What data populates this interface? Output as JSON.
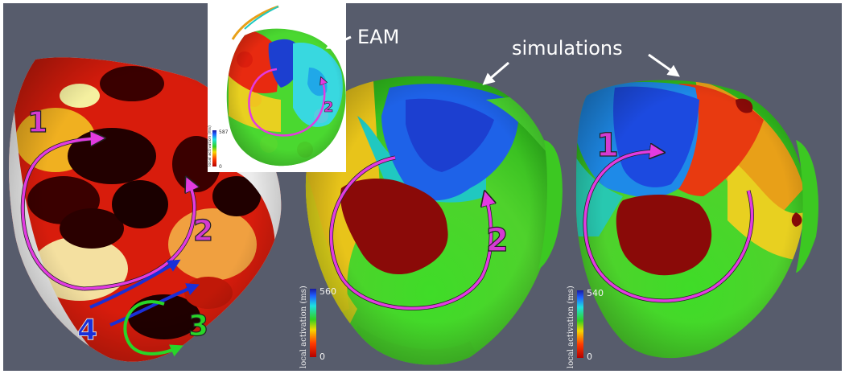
{
  "annotations": {
    "eam": "EAM",
    "simulations": "simulations"
  },
  "panel_left": {
    "markers": [
      "1",
      "2",
      "3",
      "4"
    ]
  },
  "panel_middle": {
    "markers": [
      "2"
    ],
    "colorbar": {
      "label": "local activation (ms)",
      "max": "560",
      "min": "0"
    }
  },
  "panel_right": {
    "markers": [
      "1"
    ],
    "colorbar": {
      "label": "local activation (ms)",
      "max": "540",
      "min": "0"
    }
  },
  "eam_inset": {
    "markers": [
      "2"
    ],
    "colorbar": {
      "label": "local activation (ms)",
      "max": "587",
      "min": "0"
    }
  },
  "colors": {
    "background": "#575c6c",
    "arrow_magenta": "#e23be0",
    "arrow_blue": "#1a2fd8",
    "arrow_green": "#28d628",
    "scar": "#8a0a08"
  }
}
